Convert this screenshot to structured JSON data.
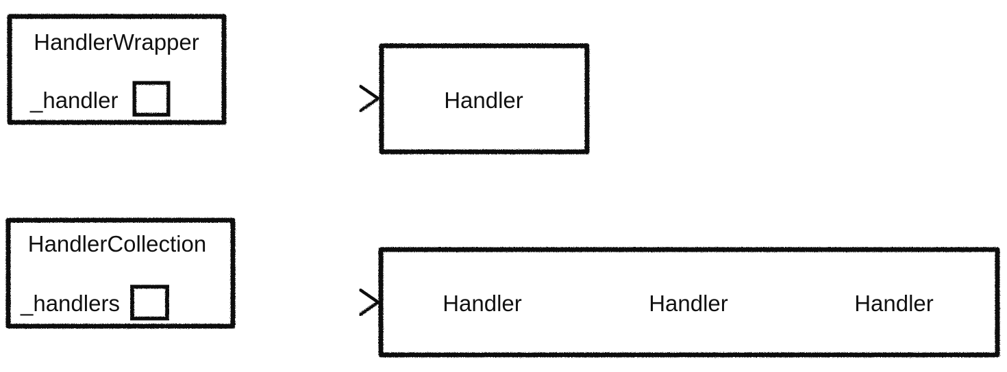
{
  "wrapper": {
    "title": "HandlerWrapper",
    "field": "_handler",
    "target": "Handler"
  },
  "collection": {
    "title": "HandlerCollection",
    "field": "_handlers",
    "targets": [
      "Handler",
      "Handler",
      "Handler"
    ]
  },
  "colors": {
    "stroke": "#111111",
    "background": "#ffffff"
  }
}
